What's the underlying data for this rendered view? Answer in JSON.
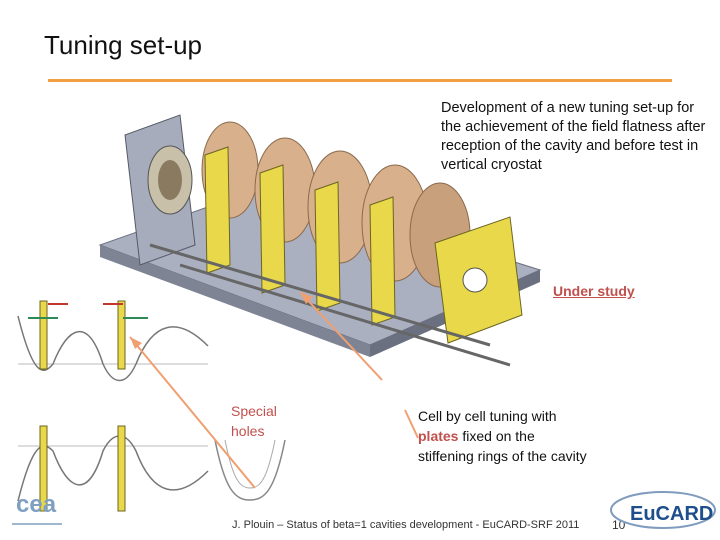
{
  "slide": {
    "title": "Tuning set-up",
    "description": "Development of a new tuning set-up for the achievement of the field flatness after reception of the cavity and before test in vertical cryostat",
    "under_study": "Under study",
    "special_holes_line1": "Special",
    "special_holes_line2": "holes",
    "cell_text_pre": "Cell by cell tuning with",
    "cell_plates_word": "plates",
    "cell_text_post1": "fixed on the",
    "cell_text_post2": "stiffening rings of the cavity",
    "footer": "J. Plouin – Status of beta=1 cavities development - EuCARD-SRF 2011",
    "page_number": "10",
    "logo_left_text": "cea",
    "logo_right_text": "EuCARD"
  },
  "colors": {
    "accent_rule": "#f0a040",
    "highlight_red": "#c0504d",
    "arrow_orange": "#f0a070",
    "cavity_copper": "#d9b08c",
    "frame_grey": "#9aa0b0",
    "plate_yellow": "#e8d84a"
  }
}
